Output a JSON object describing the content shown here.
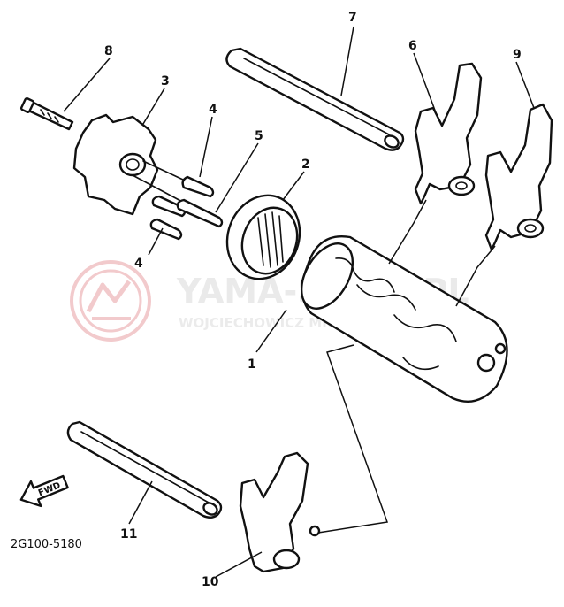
{
  "diagram": {
    "callouts": [
      "1",
      "2",
      "3",
      "4",
      "4",
      "5",
      "6",
      "7",
      "8",
      "9",
      "10",
      "11"
    ],
    "part_code": "2G100-5180",
    "fwd_label": "FWD"
  },
  "watermark": {
    "title": "YAMA-SKLEP.PL",
    "subtitle": "WOJCIECHOWICZ MICHALEK YAMAHA",
    "color": "#e8a0a4"
  }
}
